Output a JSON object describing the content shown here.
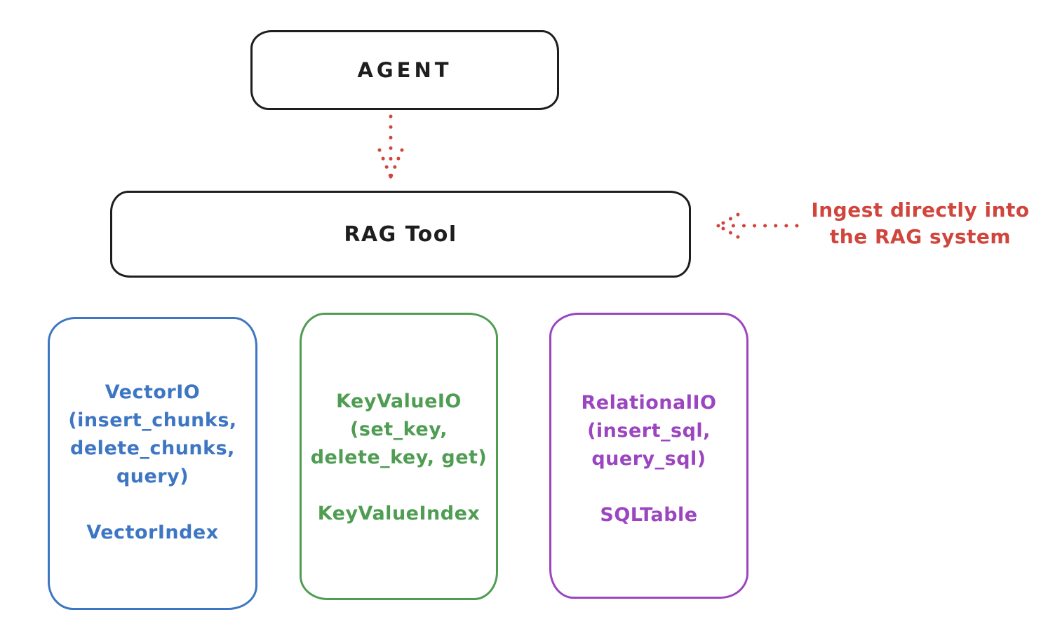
{
  "diagram": {
    "background": "#ffffff",
    "colors": {
      "ink": "#1e1e1e",
      "red": "#d0453c",
      "blue": "#3d76c2",
      "green": "#4f9d52",
      "purple": "#9b45c0"
    },
    "agent": {
      "label": "AGENT"
    },
    "rag_tool": {
      "label": "RAG Tool"
    },
    "annotation": {
      "line1": "Ingest directly into",
      "line2": "the RAG system"
    },
    "arrows": [
      {
        "name": "agent-to-rag-tool",
        "from": "AGENT",
        "to": "RAG Tool",
        "style": "dotted",
        "color": "#d0453c",
        "direction": "down"
      },
      {
        "name": "annotation-to-rag-tool",
        "from": "Ingest directly into the RAG system",
        "to": "RAG Tool",
        "style": "dotted",
        "color": "#d0453c",
        "direction": "left"
      }
    ],
    "io_boxes": [
      {
        "name": "vector-io",
        "color": "#3d76c2",
        "title_lines": [
          "VectorIO",
          "(insert_chunks,",
          "delete_chunks,",
          "query)"
        ],
        "index_label": "VectorIndex"
      },
      {
        "name": "keyvalue-io",
        "color": "#4f9d52",
        "title_lines": [
          "KeyValueIO",
          "(set_key,",
          "delete_key, get)"
        ],
        "index_label": "KeyValueIndex"
      },
      {
        "name": "relational-io",
        "color": "#9b45c0",
        "title_lines": [
          "RelationalIO",
          "(insert_sql,",
          "query_sql)"
        ],
        "index_label": "SQLTable"
      }
    ]
  }
}
